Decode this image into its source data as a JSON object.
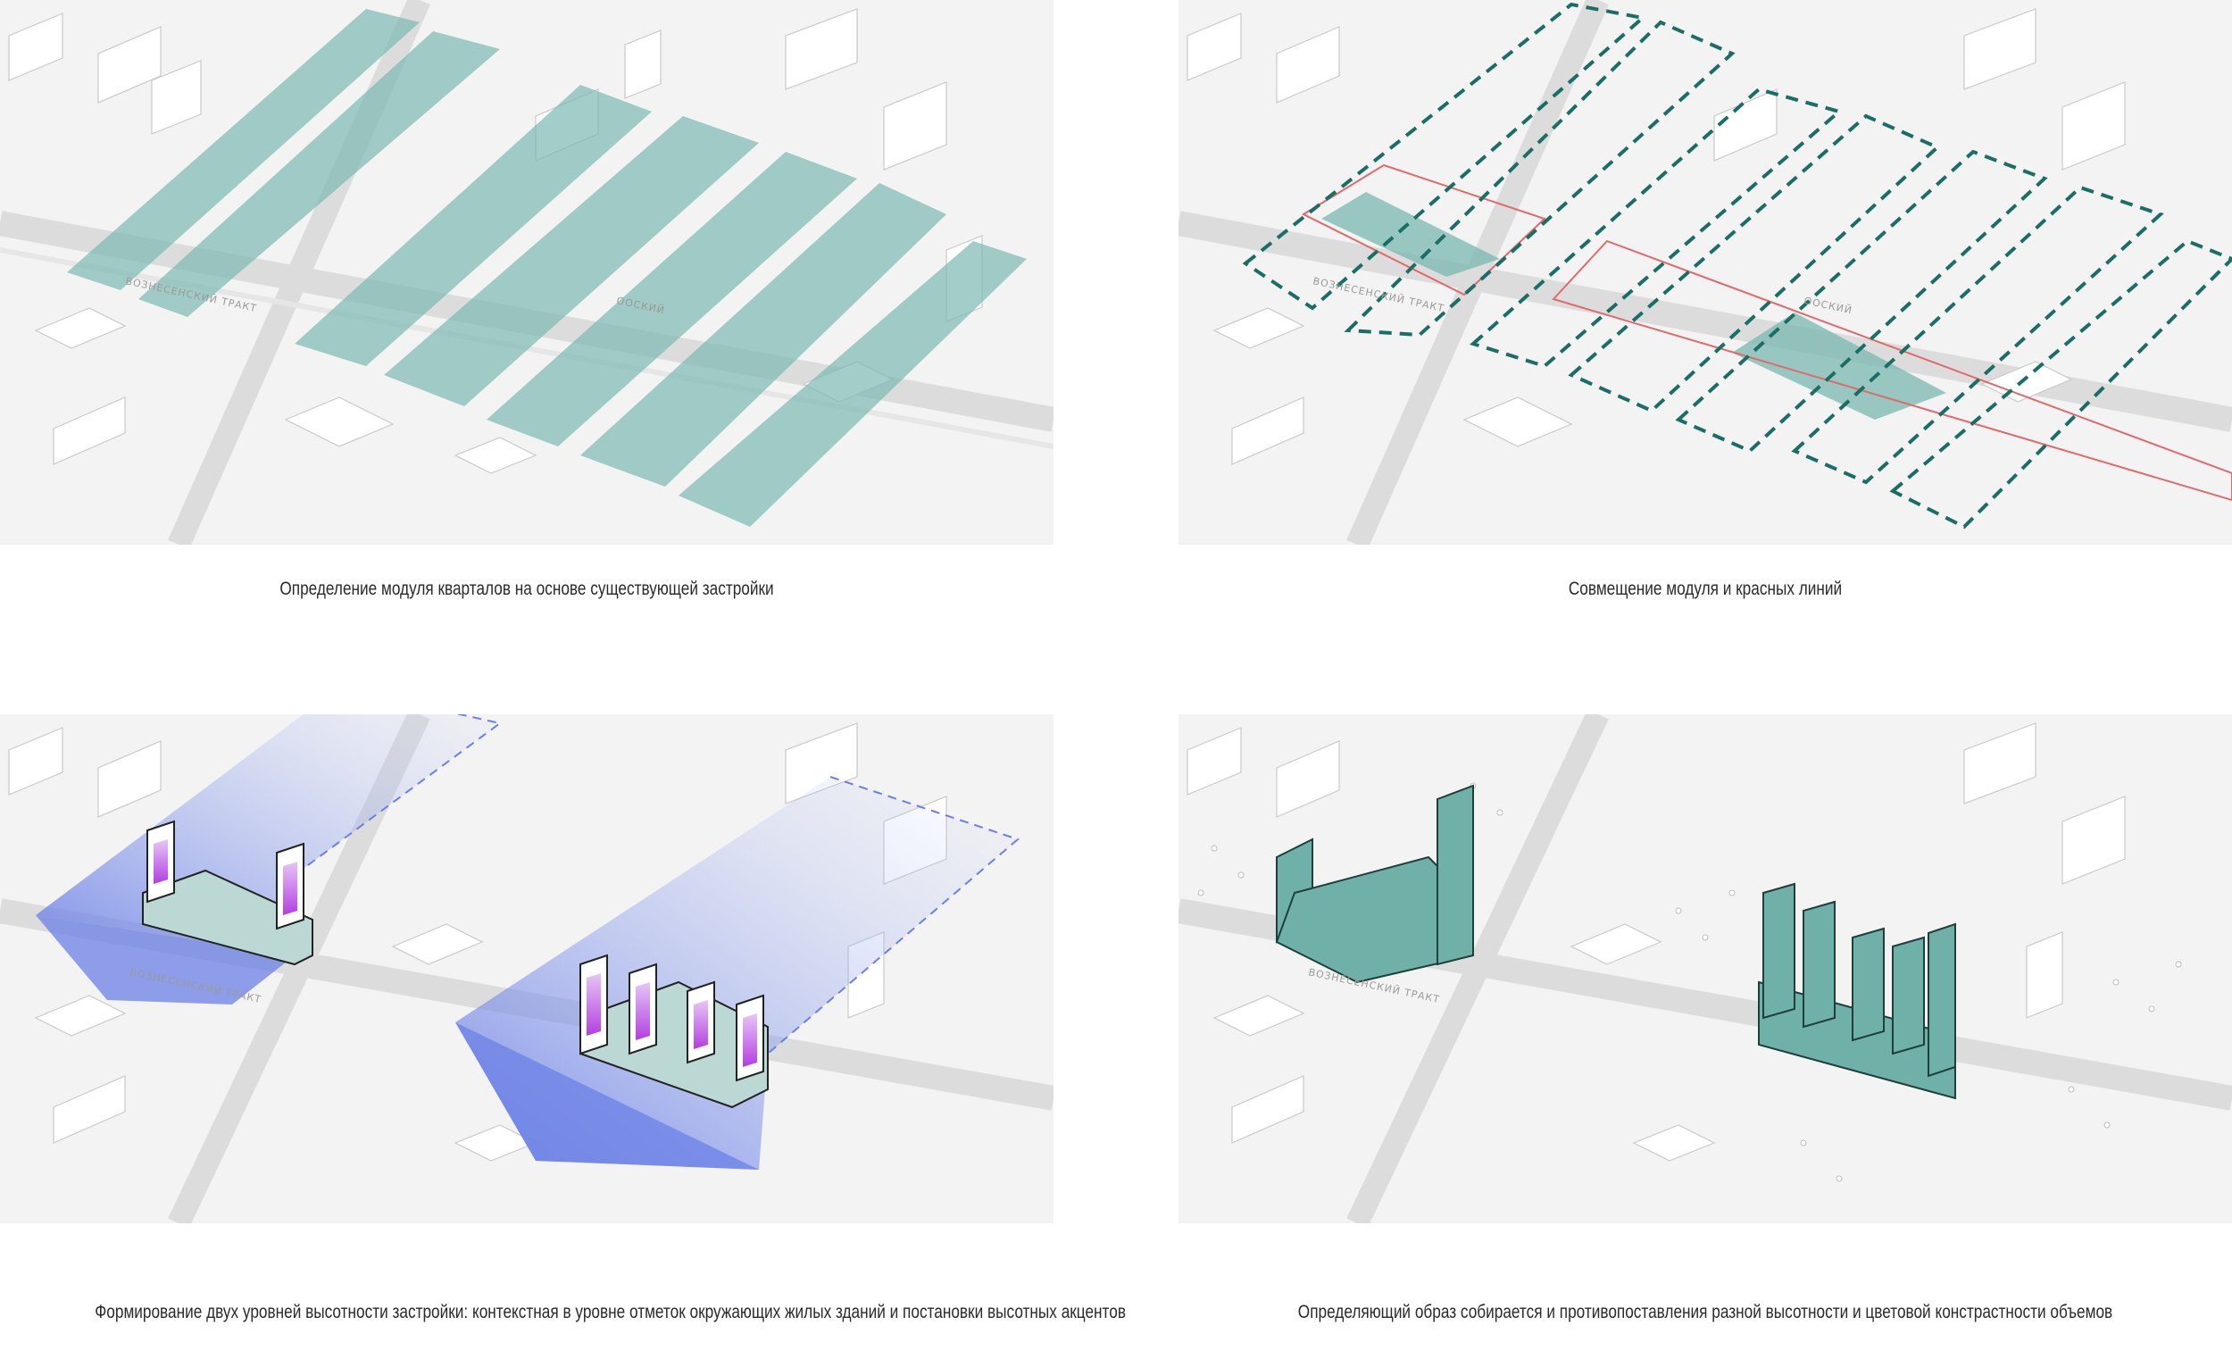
{
  "colors": {
    "module_fill": "#7ab8b1",
    "module_dash": "#1b6e66",
    "red_line": "#e06a6a",
    "height_blue": "#6b80e6",
    "accent_violet": "#b33ee0",
    "volume_teal": "#6fb1a8",
    "base_map": "#f3f3f3",
    "building": "#ffffff"
  },
  "panels": [
    {
      "id": "module",
      "caption": "Определение модуля кварталов на основе существующей застройки",
      "street_labels": [
        "ВОЗНЕСЕНСКИЙ ТРАКТ",
        "ООСКИЙ"
      ]
    },
    {
      "id": "red-lines",
      "caption": "Совмещение модуля и красных линий",
      "street_labels": [
        "ВОЗНЕСЕНСКИЙ ТРАКТ",
        "ООСКИЙ"
      ]
    },
    {
      "id": "heights",
      "caption": "Формирование двух уровней высотности застройки: контекстная в уровне отметок окружающих жилых зданий и постановки высотных акцентов",
      "street_labels": [
        "ВОЗНЕСЕНСКИЙ ТРАКТ"
      ]
    },
    {
      "id": "image",
      "caption": "Определяющий образ собирается и противопоставления разной высотности и цветовой констрастности объемов",
      "street_labels": [
        "ВОЗНЕСЕНСКИЙ ТРАКТ"
      ]
    }
  ]
}
